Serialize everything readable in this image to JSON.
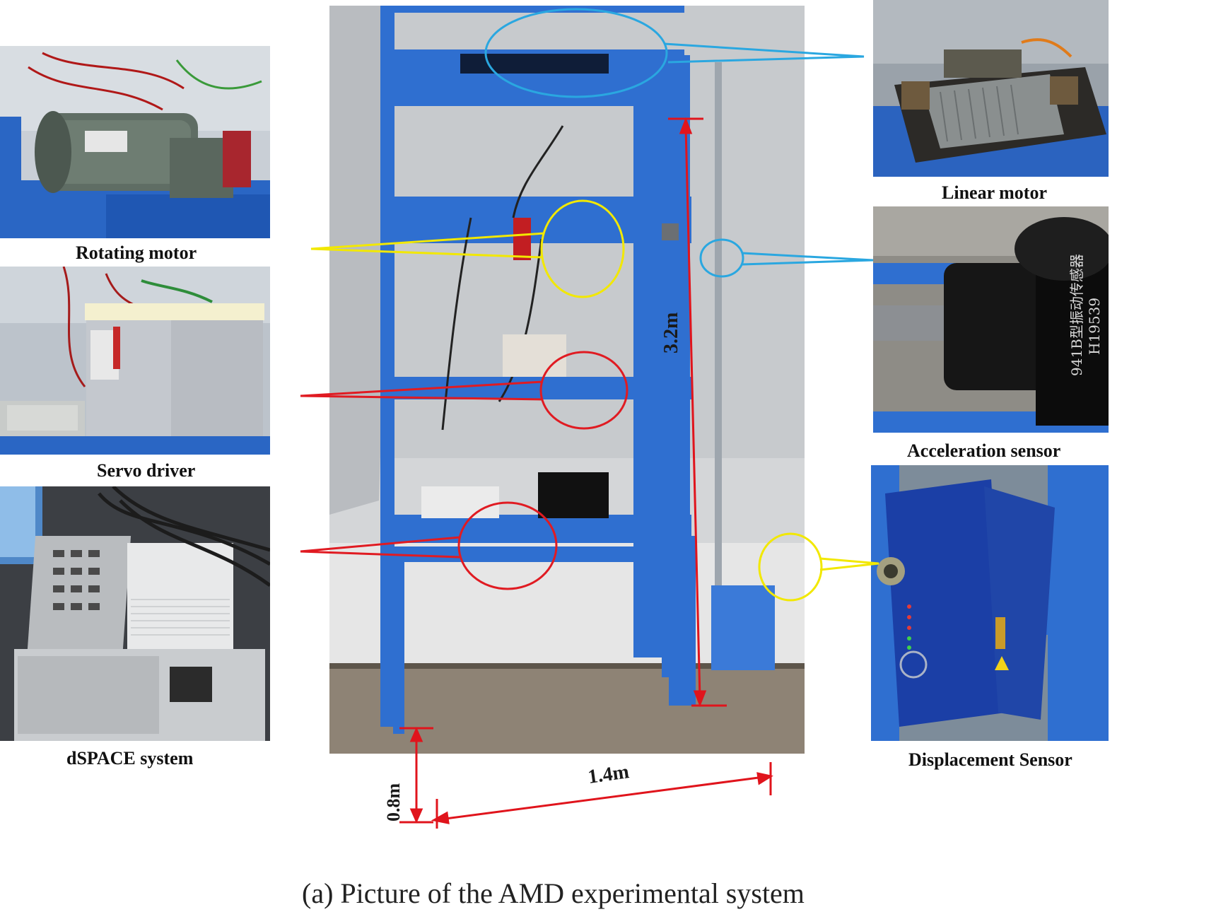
{
  "figure": {
    "caption": "(a) Picture of the AMD experimental system",
    "left_panels": [
      {
        "name": "rotating-motor",
        "label": "Rotating motor"
      },
      {
        "name": "servo-driver",
        "label": "Servo driver"
      },
      {
        "name": "dspace-system",
        "label": "dSPACE system"
      }
    ],
    "right_panels": [
      {
        "name": "linear-motor",
        "label": "Linear motor"
      },
      {
        "name": "acceleration-sensor",
        "label": "Acceleration sensor"
      },
      {
        "name": "displacement-sensor",
        "label": "Displacement Sensor"
      }
    ],
    "dimensions": {
      "height": "3.2m",
      "width": "1.4m",
      "base": "0.8m"
    },
    "sensor_text": {
      "model": "941B型振动传感器",
      "serial": "H19539"
    }
  },
  "colors": {
    "frame_blue": "#2f6fd0",
    "callout_blue": "#2aa7e0",
    "callout_yellow": "#f2e800",
    "callout_red": "#e01b22",
    "dim_red": "#e0141c"
  }
}
